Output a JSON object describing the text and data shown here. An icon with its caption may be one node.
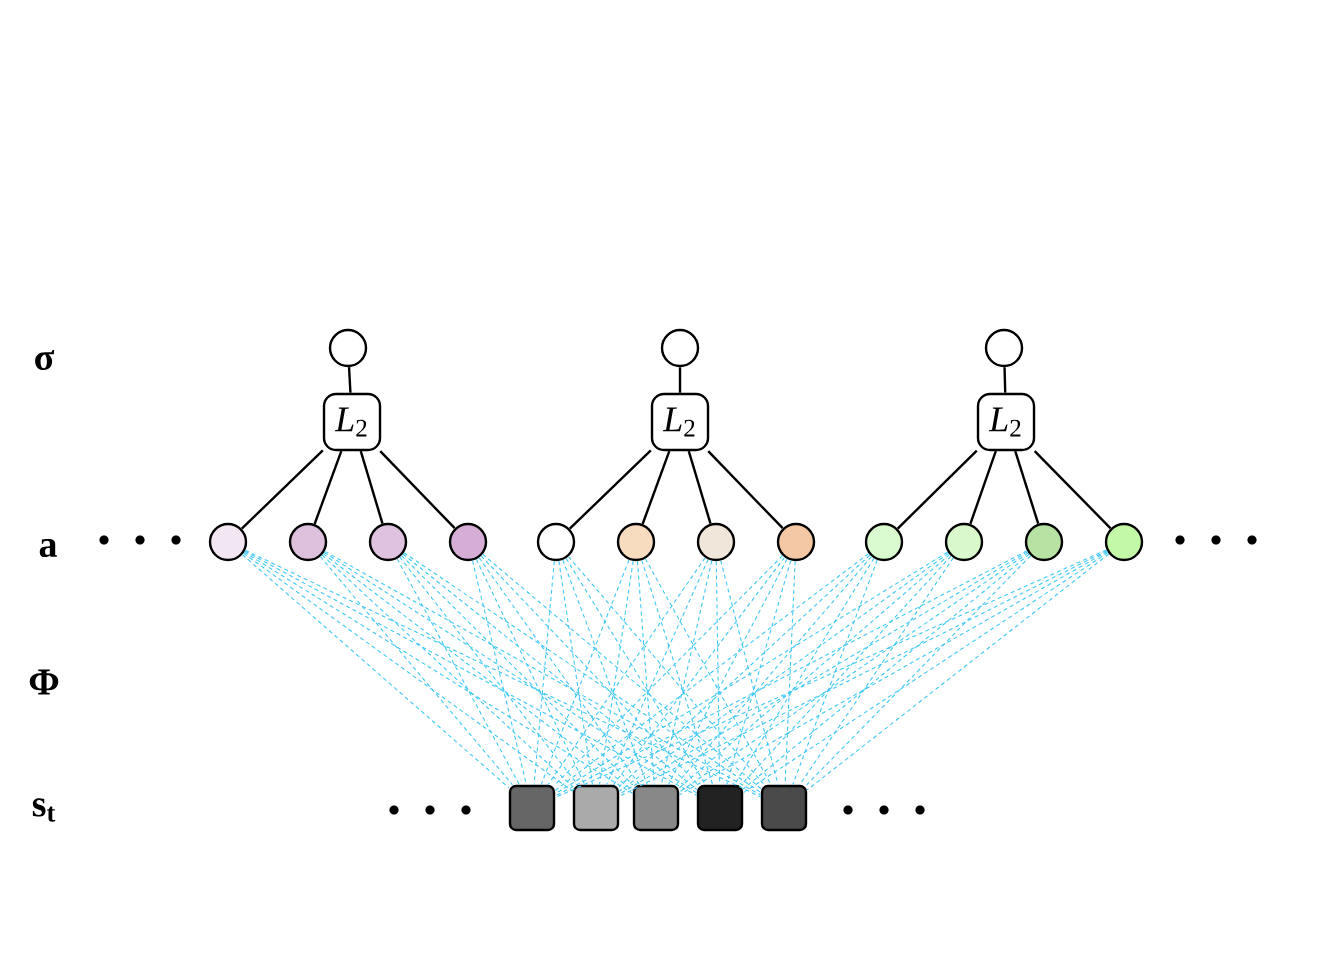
{
  "diagram": {
    "nodes": [
      {
        "text": [],
        "shape": "circle"
      },
      {
        "text": [],
        "shape": "circle"
      },
      {
        "text": [],
        "shape": "circle"
      },
      {
        "text": [
          "*L*$_{2}$"
        ]
      },
      {
        "text": [
          "*L*$_{2}$"
        ]
      },
      {
        "text": [
          "*L*$_{2}$"
        ]
      },
      {
        "text": [],
        "shape": "circle"
      },
      {
        "text": [],
        "shape": "circle"
      },
      {
        "text": [],
        "shape": "circle"
      },
      {
        "text": [],
        "shape": "circle"
      },
      {
        "text": [],
        "shape": "circle"
      },
      {
        "text": [],
        "shape": "circle"
      },
      {
        "text": [],
        "shape": "circle"
      },
      {
        "text": [],
        "shape": "circle"
      },
      {
        "text": [],
        "shape": "circle"
      },
      {
        "text": [],
        "shape": "circle"
      },
      {
        "text": [],
        "shape": "circle"
      },
      {
        "text": [],
        "shape": "circle"
      },
      {
        "text": [],
        "shape": "box"
      },
      {
        "text": [],
        "shape": "box"
      },
      {
        "text": [],
        "shape": "box"
      },
      {
        "text": [],
        "shape": "box"
      },
      {
        "text": [],
        "shape": "box"
      }
    ],
    "edges": [
      {
        "from": 3,
        "to": 0,
        "arrow": "none",
        "color": "#000000"
      },
      {
        "from": 4,
        "to": 1,
        "arrow": "none",
        "color": "#000000"
      },
      {
        "from": 5,
        "to": 2,
        "arrow": "none",
        "color": "#000000"
      },
      {
        "from": 6,
        "to": 3,
        "arrow": "none",
        "color": "#000000"
      },
      {
        "from": 7,
        "to": 3,
        "arrow": "none",
        "color": "#000000"
      },
      {
        "from": 8,
        "to": 3,
        "arrow": "none",
        "color": "#000000"
      },
      {
        "from": 9,
        "to": 3,
        "arrow": "none",
        "color": "#000000"
      },
      {
        "from": 10,
        "to": 4,
        "arrow": "none",
        "color": "#000000"
      },
      {
        "from": 11,
        "to": 4,
        "arrow": "none",
        "color": "#000000"
      },
      {
        "from": 12,
        "to": 4,
        "arrow": "none",
        "color": "#000000"
      },
      {
        "from": 13,
        "to": 4,
        "arrow": "none",
        "color": "#000000"
      },
      {
        "from": 14,
        "to": 5,
        "arrow": "none",
        "color": "#000000"
      },
      {
        "from": 15,
        "to": 5,
        "arrow": "none",
        "color": "#000000"
      },
      {
        "from": 16,
        "to": 5,
        "arrow": "none",
        "color": "#000000"
      },
      {
        "from": 17,
        "to": 5,
        "arrow": "none",
        "color": "#000000"
      },
      {
        "from": 6,
        "to": 18,
        "arrow": "none",
        "style": "dashed"
      },
      {
        "from": 6,
        "to": 19,
        "arrow": "none",
        "style": "dashed"
      },
      {
        "from": 6,
        "to": 20,
        "arrow": "none",
        "style": "dashed"
      },
      {
        "from": 6,
        "to": 21,
        "arrow": "none",
        "style": "dashed"
      },
      {
        "from": 6,
        "to": 22,
        "arrow": "none",
        "style": "dashed"
      },
      {
        "from": 7,
        "to": 18,
        "arrow": "none",
        "style": "dashed"
      },
      {
        "from": 7,
        "to": 19,
        "arrow": "none",
        "style": "dashed"
      },
      {
        "from": 7,
        "to": 20,
        "arrow": "none",
        "style": "dashed"
      },
      {
        "from": 7,
        "to": 21,
        "arrow": "none",
        "style": "dashed"
      },
      {
        "from": 7,
        "to": 22,
        "arrow": "none",
        "style": "dashed"
      },
      {
        "from": 8,
        "to": 18,
        "arrow": "none",
        "style": "dashed"
      },
      {
        "from": 8,
        "to": 19,
        "arrow": "none",
        "style": "dashed"
      },
      {
        "from": 8,
        "to": 20,
        "arrow": "none",
        "style": "dashed"
      },
      {
        "from": 8,
        "to": 21,
        "arrow": "none",
        "style": "dashed"
      },
      {
        "from": 8,
        "to": 22,
        "arrow": "none",
        "style": "dashed"
      },
      {
        "from": 9,
        "to": 18,
        "arrow": "none",
        "style": "dashed"
      },
      {
        "from": 9,
        "to": 19,
        "arrow": "none",
        "style": "dashed"
      },
      {
        "from": 9,
        "to": 20,
        "arrow": "none",
        "style": "dashed"
      },
      {
        "from": 9,
        "to": 21,
        "arrow": "none",
        "style": "dashed"
      },
      {
        "from": 9,
        "to": 22,
        "arrow": "none",
        "style": "dashed"
      },
      {
        "from": 10,
        "to": 18,
        "arrow": "none",
        "style": "dashed"
      },
      {
        "from": 10,
        "to": 19,
        "arrow": "none",
        "style": "dashed"
      },
      {
        "from": 10,
        "to": 20,
        "arrow": "none",
        "style": "dashed"
      },
      {
        "from": 10,
        "to": 21,
        "arrow": "none",
        "style": "dashed"
      },
      {
        "from": 10,
        "to": 22,
        "arrow": "none",
        "style": "dashed"
      },
      {
        "from": 11,
        "to": 18,
        "arrow": "none",
        "style": "dashed"
      },
      {
        "from": 11,
        "to": 19,
        "arrow": "none",
        "style": "dashed"
      },
      {
        "from": 11,
        "to": 20,
        "arrow": "none",
        "style": "dashed"
      },
      {
        "from": 11,
        "to": 21,
        "arrow": "none",
        "style": "dashed"
      },
      {
        "from": 11,
        "to": 22,
        "arrow": "none",
        "style": "dashed"
      },
      {
        "from": 12,
        "to": 18,
        "arrow": "none",
        "style": "dashed"
      },
      {
        "from": 12,
        "to": 19,
        "arrow": "none",
        "style": "dashed"
      },
      {
        "from": 12,
        "to": 20,
        "arrow": "none",
        "style": "dashed"
      },
      {
        "from": 12,
        "to": 21,
        "arrow": "none",
        "style": "dashed"
      },
      {
        "from": 12,
        "to": 22,
        "arrow": "none",
        "style": "dashed"
      },
      {
        "from": 13,
        "to": 18,
        "arrow": "none",
        "style": "dashed"
      },
      {
        "from": 13,
        "to": 19,
        "arrow": "none",
        "style": "dashed"
      },
      {
        "from": 13,
        "to": 20,
        "arrow": "none",
        "style": "dashed"
      },
      {
        "from": 13,
        "to": 21,
        "arrow": "none",
        "style": "dashed"
      },
      {
        "from": 13,
        "to": 22,
        "arrow": "none",
        "style": "dashed"
      },
      {
        "from": 14,
        "to": 18,
        "arrow": "none",
        "style": "dashed"
      },
      {
        "from": 14,
        "to": 19,
        "arrow": "none",
        "style": "dashed"
      },
      {
        "from": 14,
        "to": 20,
        "arrow": "none",
        "style": "dashed"
      },
      {
        "from": 14,
        "to": 21,
        "arrow": "none",
        "style": "dashed"
      },
      {
        "from": 14,
        "to": 22,
        "arrow": "none",
        "style": "dashed"
      },
      {
        "from": 15,
        "to": 18,
        "arrow": "none",
        "style": "dashed"
      },
      {
        "from": 15,
        "to": 19,
        "arrow": "none",
        "style": "dashed"
      },
      {
        "from": 15,
        "to": 20,
        "arrow": "none",
        "style": "dashed"
      },
      {
        "from": 15,
        "to": 21,
        "arrow": "none",
        "style": "dashed"
      },
      {
        "from": 15,
        "to": 22,
        "arrow": "none",
        "style": "dashed"
      },
      {
        "from": 16,
        "to": 18,
        "arrow": "none",
        "style": "dashed"
      },
      {
        "from": 16,
        "to": 19,
        "arrow": "none",
        "style": "dashed"
      },
      {
        "from": 16,
        "to": 20,
        "arrow": "none",
        "style": "dashed"
      },
      {
        "from": 16,
        "to": 21,
        "arrow": "none",
        "style": "dashed"
      },
      {
        "from": 16,
        "to": 22,
        "arrow": "none",
        "style": "dashed"
      },
      {
        "from": 17,
        "to": 18,
        "arrow": "none",
        "style": "dashed"
      },
      {
        "from": 17,
        "to": 19,
        "arrow": "none",
        "style": "dashed"
      },
      {
        "from": 17,
        "to": 20,
        "arrow": "none",
        "style": "dashed"
      },
      {
        "from": 17,
        "to": 21,
        "arrow": "none",
        "style": "dashed"
      },
      {
        "from": 17,
        "to": 22,
        "arrow": "none",
        "style": "dashed"
      }
    ],
    "labels": [
      "σ",
      "a",
      "Φ",
      "s$_{t}$"
    ]
  }
}
